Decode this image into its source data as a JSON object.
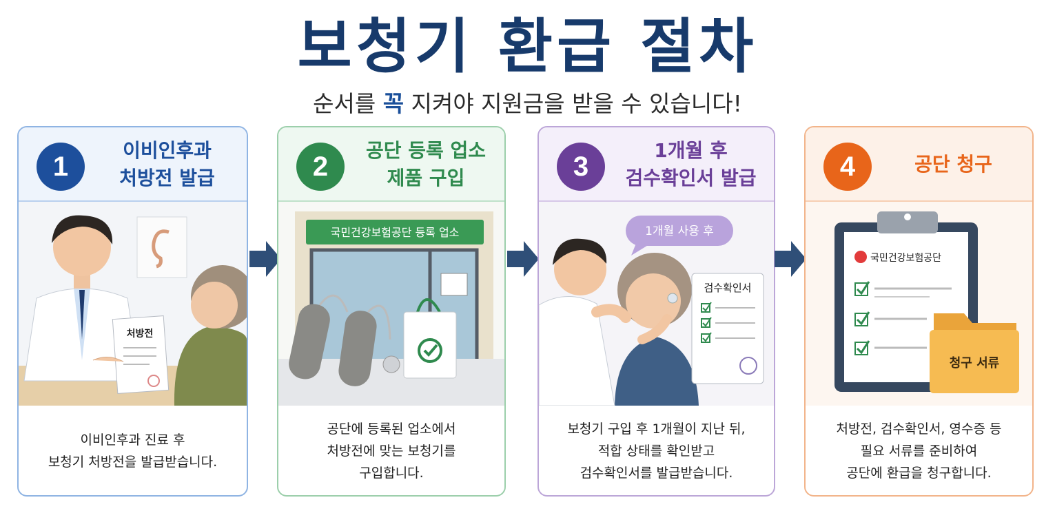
{
  "title": "보청기 환급 절차",
  "subtitle": {
    "before": "순서를 ",
    "emphasis": "꼭",
    "after": " 지켜야 지원금을 받을 수 있습니다!"
  },
  "colors": {
    "blue": "#1d4f9c",
    "green": "#2f8a4e",
    "purple": "#6a3f98",
    "orange": "#e8651a",
    "title": "#173a6b"
  },
  "steps": [
    {
      "number": "1",
      "title_lines": [
        "이비인후과",
        "처방전 발급"
      ],
      "illustration": {
        "paper_label": "처방전"
      },
      "desc_lines": [
        "이비인후과 진료 후",
        "보청기 처방전을 발급받습니다."
      ]
    },
    {
      "number": "2",
      "title_lines": [
        "공단 등록 업소",
        "제품 구입"
      ],
      "illustration": {
        "store_sign": "국민건강보험공단 등록 업소"
      },
      "desc_lines": [
        "공단에 등록된 업소에서",
        "처방전에 맞는 보청기를",
        "구입합니다."
      ]
    },
    {
      "number": "3",
      "title_lines": [
        "1개월 후",
        "검수확인서 발급"
      ],
      "illustration": {
        "bubble": "1개월 사용 후",
        "paper_label": "검수확인서"
      },
      "desc_lines": [
        "보청기 구입 후 1개월이 지난 뒤,",
        "적합 상태를 확인받고",
        "검수확인서를 발급받습니다."
      ]
    },
    {
      "number": "4",
      "title_lines": [
        "공단 청구"
      ],
      "illustration": {
        "org_name": "국민건강보험공단",
        "folder_label": "청구 서류"
      },
      "desc_lines": [
        "처방전, 검수확인서, 영수증 등",
        "필요 서류를 준비하여",
        "공단에 환급을 청구합니다."
      ]
    }
  ]
}
